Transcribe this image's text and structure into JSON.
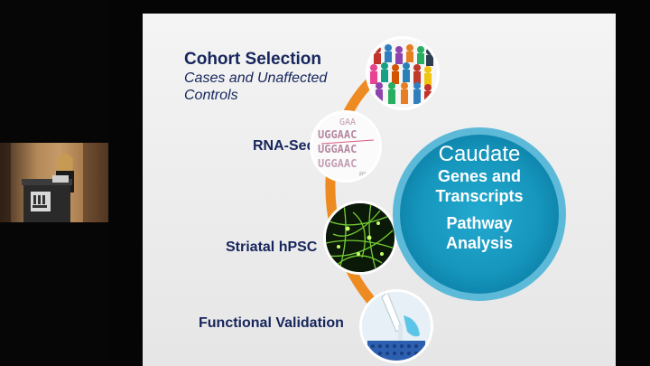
{
  "slide": {
    "cohort_title": "Cohort Selection",
    "cohort_subtitle": "Cases and Unaffected Controls",
    "step_rna": "RNA-Seq",
    "step_striatal": "Striatal hPSC",
    "step_functional": "Functional Validation",
    "center": {
      "line1": "Caudate",
      "line2": "Genes and",
      "line3": "Transcripts",
      "line4": "Pathway",
      "line5": "Analysis"
    },
    "rna_image_letters": [
      "GAA",
      "UGGAAC",
      "UGGAAC",
      "UGGAAC",
      "RNA"
    ]
  },
  "colors": {
    "title_text": "#16255c",
    "arc": "#ee8a22",
    "circle_fill": "#1d9ec4",
    "circle_ring": "#5cbad8"
  },
  "icons": {
    "crowd": "people-crowd-icon",
    "rna": "rna-sequence-icon",
    "neurons": "neuron-culture-icon",
    "lab": "pipette-well-plate-icon",
    "podium_logo": "podium-logo-icon"
  }
}
